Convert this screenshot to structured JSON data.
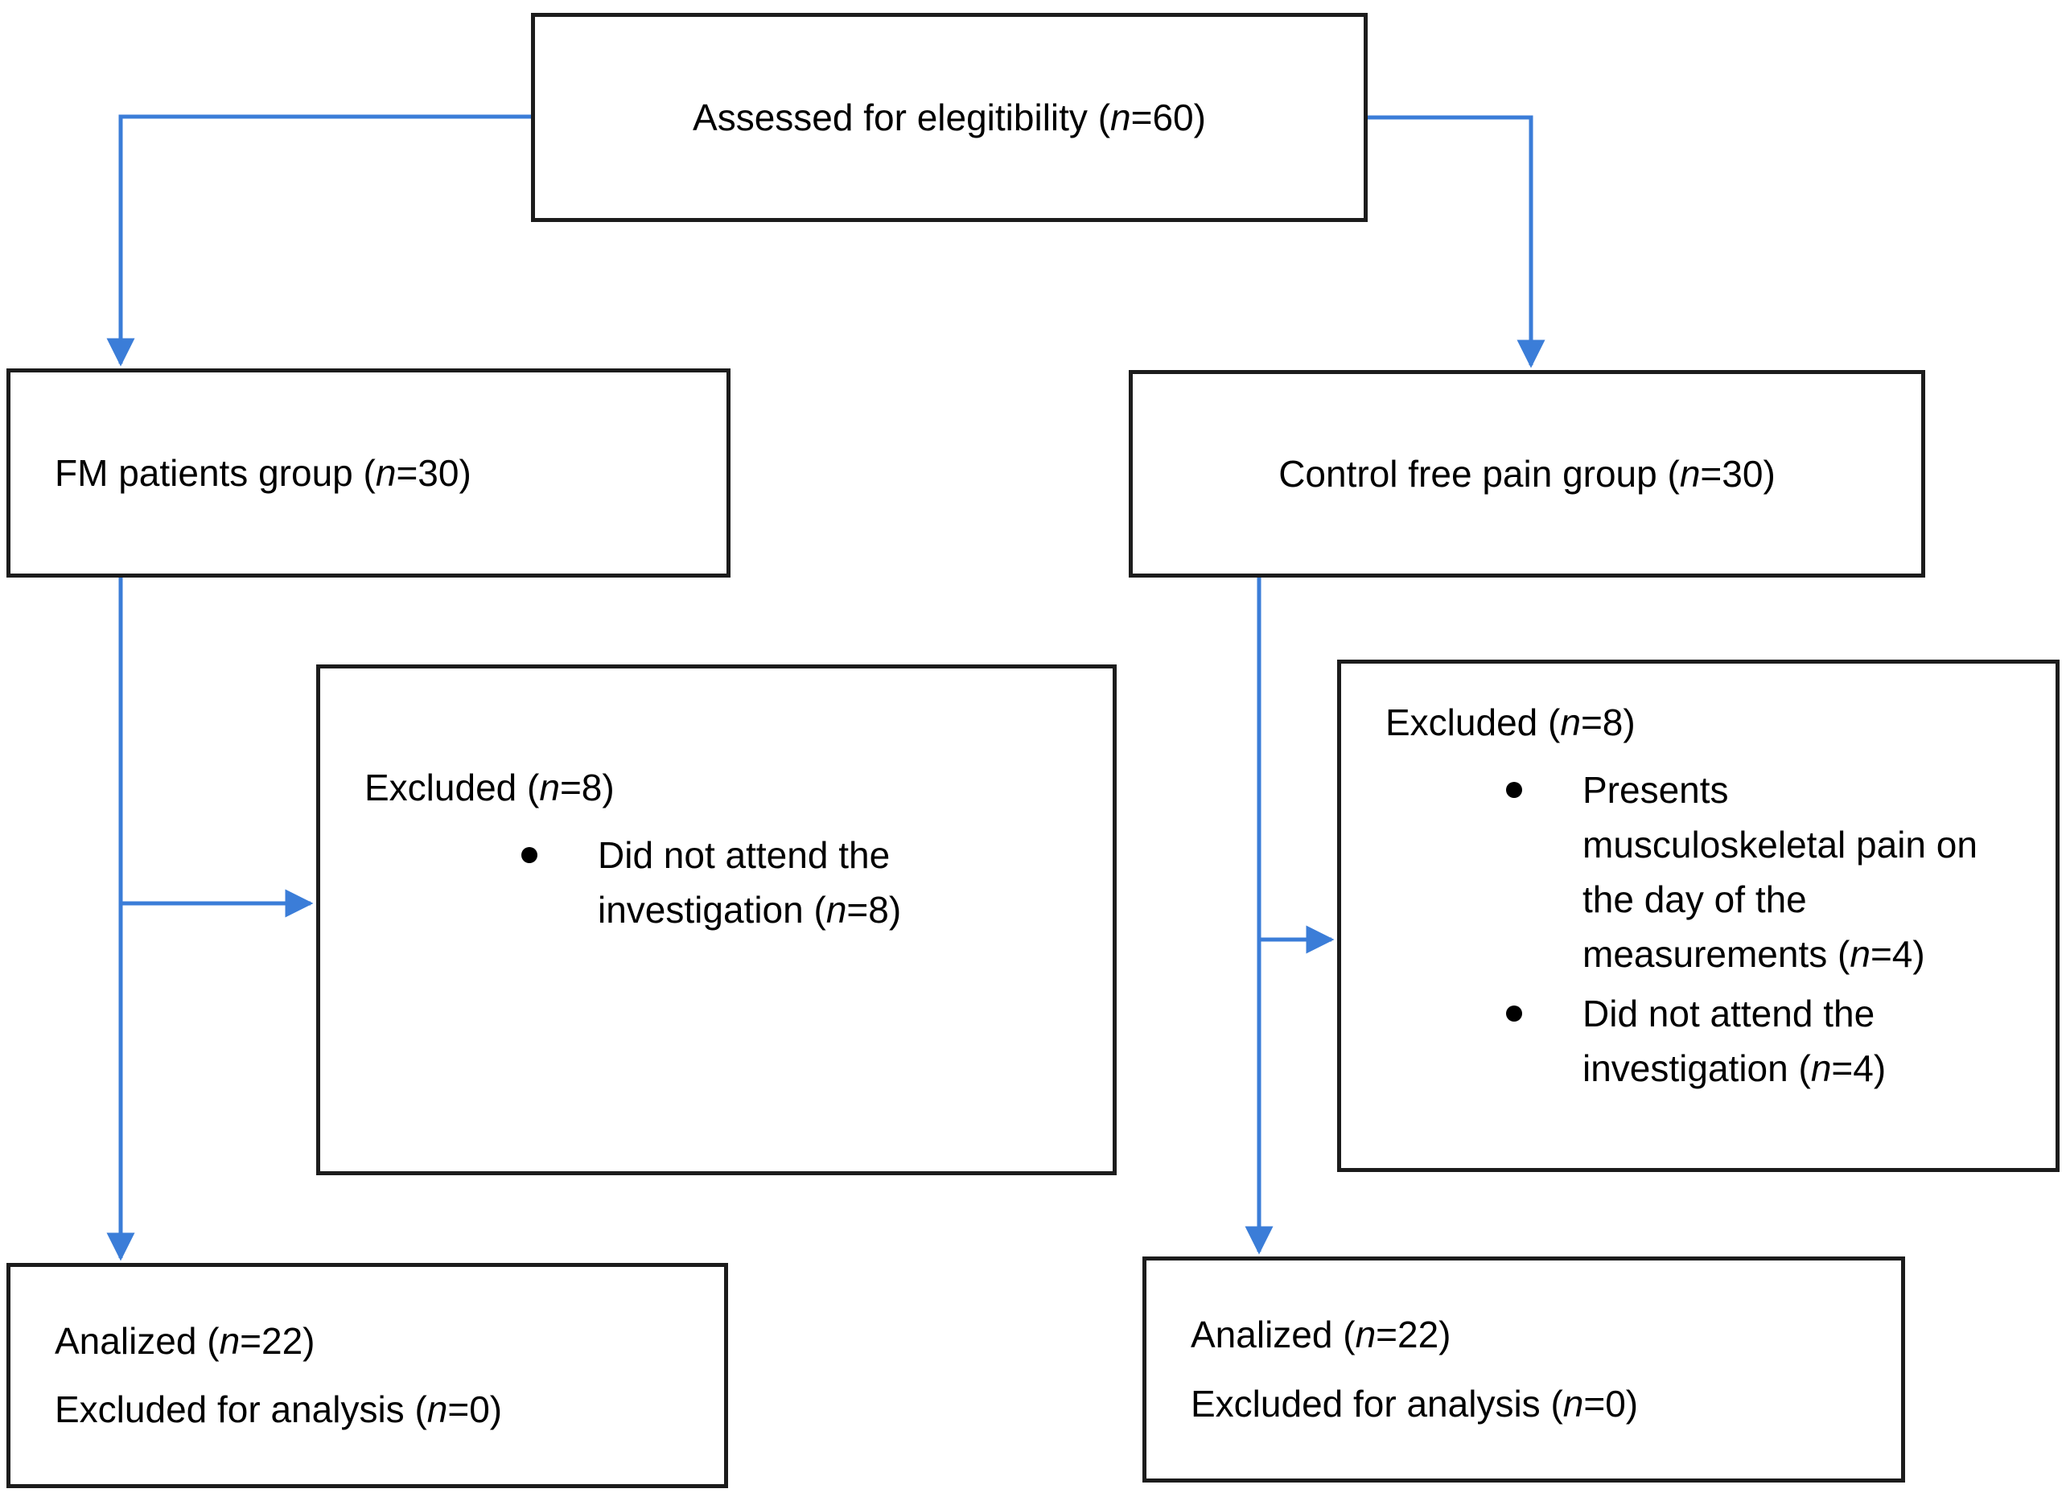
{
  "colors": {
    "arrow": "#3b7dd8",
    "border": "#1c1c1c",
    "background": "#ffffff",
    "text": "#000000"
  },
  "boxes": {
    "assessed": {
      "pre": "Assessed for elegitibility (",
      "n": "n",
      "post": "=60)"
    },
    "fm_group": {
      "pre": "FM patients group (",
      "n": "n",
      "post": "=30)"
    },
    "control_group": {
      "pre": "Control free pain group (",
      "n": "n",
      "post": "=30)"
    },
    "excluded_fm": {
      "title": {
        "pre": "Excluded (",
        "n": "n",
        "post": "=8)"
      },
      "bullets": [
        {
          "pre": "Did not attend the investigation (",
          "n": "n",
          "post": "=8)"
        }
      ]
    },
    "excluded_control": {
      "title": {
        "pre": "Excluded (",
        "n": "n",
        "post": "=8)"
      },
      "bullets": [
        {
          "pre": "Presents musculoskeletal pain on the day of the measurements (",
          "n": "n",
          "post": "=4)"
        },
        {
          "pre": "Did not attend the investigation (",
          "n": "n",
          "post": "=4)"
        }
      ]
    },
    "analyzed_fm": {
      "lines": [
        {
          "pre": "Analized (",
          "n": "n",
          "post": "=22)"
        },
        {
          "pre": "Excluded for analysis (",
          "n": "n",
          "post": "=0)"
        }
      ]
    },
    "analyzed_control": {
      "lines": [
        {
          "pre": "Analized (",
          "n": "n",
          "post": "=22)"
        },
        {
          "pre": "Excluded for analysis (",
          "n": "n",
          "post": "=0)"
        }
      ]
    }
  }
}
